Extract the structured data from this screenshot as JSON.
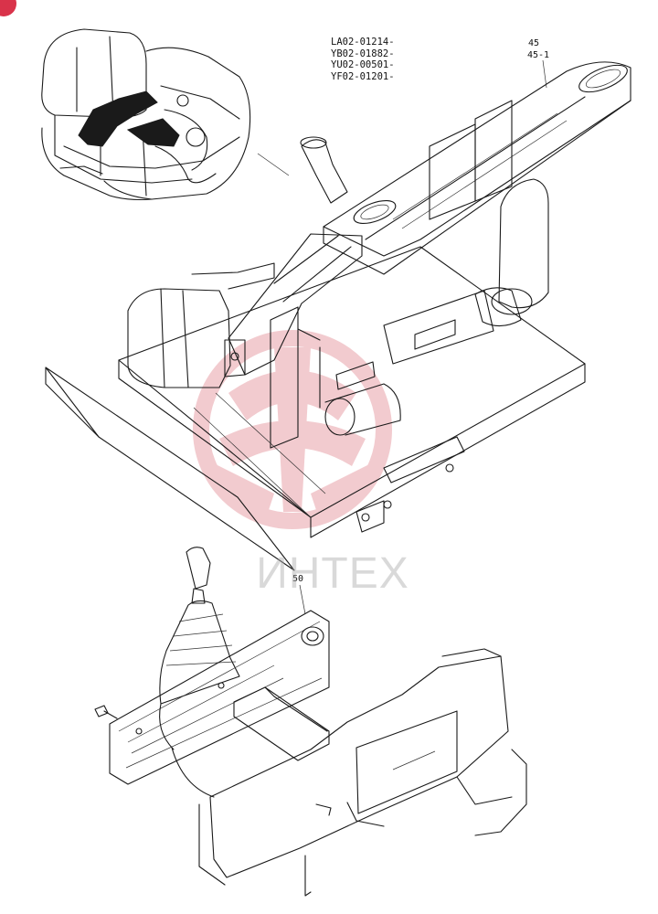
{
  "serial_numbers": [
    "LA02-01214-",
    "YB02-01882-",
    "YU02-00501-",
    "YF02-01201-"
  ],
  "callouts": {
    "part_45": "45",
    "part_45_1": "45-1",
    "part_50": "50"
  },
  "watermark": {
    "text": "ИНТЕХ",
    "color": "#e8a2a8"
  },
  "colors": {
    "line": "#1a1a1a",
    "badge": "#d9334a",
    "background": "#ffffff"
  }
}
